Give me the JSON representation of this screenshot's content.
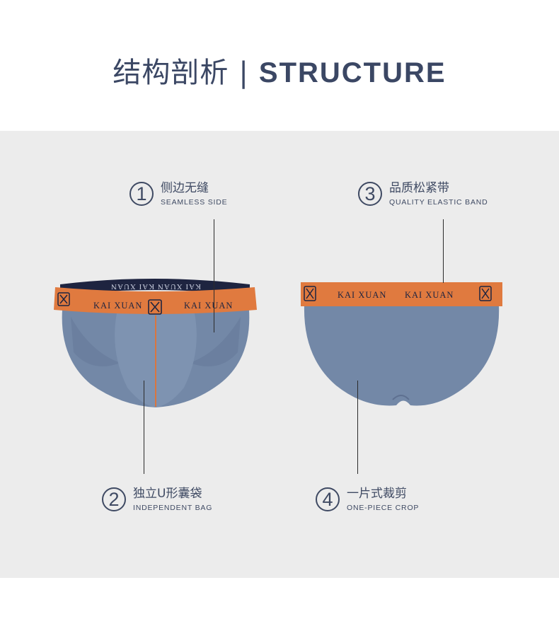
{
  "header": {
    "title_cn": "结构剖析",
    "title_sep": "|",
    "title_en": "STRUCTURE"
  },
  "features": [
    {
      "number": "1",
      "title_cn": "侧边无缝",
      "title_en": "SEAMLESS SIDE"
    },
    {
      "number": "2",
      "title_cn": "独立U形囊袋",
      "title_en": "INDEPENDENT BAG"
    },
    {
      "number": "3",
      "title_cn": "品质松紧带",
      "title_en": "QUALITY ELASTIC BAND"
    },
    {
      "number": "4",
      "title_cn": "一片式裁剪",
      "title_en": "ONE-PIECE CROP"
    }
  ],
  "product": {
    "brand_front_left": "KAI XUAN",
    "brand_front_right": "KAI XUAN",
    "brand_inner_band": "KAI XUAN KAI XUAN",
    "brand_back_left": "KAI XUAN",
    "brand_back_right": "KAI XUAN"
  },
  "colors": {
    "fabric": "#7388a7",
    "waistband": "#e07a3f",
    "inner_band": "#1e2440",
    "text_primary": "#3f4a63",
    "panel_bg": "#ececec"
  }
}
